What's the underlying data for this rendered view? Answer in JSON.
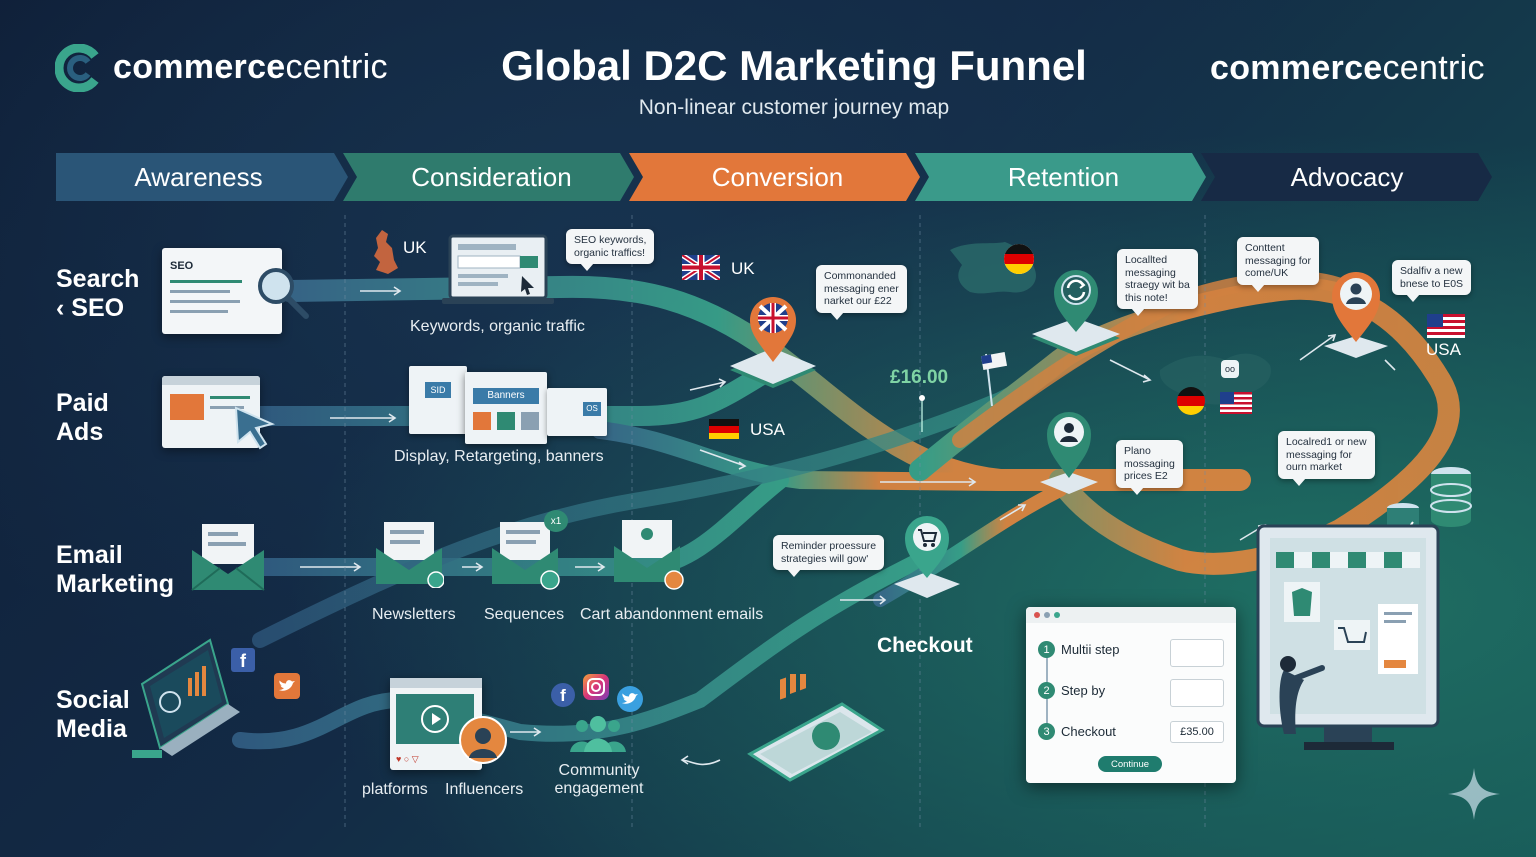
{
  "header": {
    "logo_left": {
      "bold": "commerce",
      "light": "centric"
    },
    "logo_right": {
      "bold": "commerce",
      "light": "centric"
    },
    "title": "Global D2C Marketing Funnel",
    "subtitle": "Non-linear customer journey map"
  },
  "stages": [
    {
      "label": "Awareness",
      "color": "#2a5577"
    },
    {
      "label": "Consideration",
      "color": "#2f7b6d"
    },
    {
      "label": "Conversion",
      "color": "#e2773a"
    },
    {
      "label": "Retention",
      "color": "#3a9a8a"
    },
    {
      "label": "Advocacy",
      "color": "#172a45"
    }
  ],
  "rows": {
    "search": {
      "line1": "Search",
      "line2": "‹ SEO",
      "doc_label": "SEO",
      "caption": "Keywords, organic traffic",
      "country": "UK",
      "bubble": "SEO keywords,\norganic traffics!"
    },
    "paid": {
      "line1": "Paid",
      "line2": "Ads",
      "caption": "Display, Retargeting, banners",
      "card_sid": "SID",
      "card_banners": "Banners",
      "card_os": "OS"
    },
    "email": {
      "line1": "Email",
      "line2": "Marketing",
      "badge": "x1",
      "captions": [
        "Newsletters",
        "Sequences",
        "Cart abandonment emails"
      ]
    },
    "social": {
      "line1": "Social",
      "line2": "Media",
      "captions": [
        "platforms",
        "Influencers"
      ],
      "community": "Community\nengagement"
    }
  },
  "conversion": {
    "uk_label": "UK",
    "usa_label": "USA",
    "bubble_uk": "Commonanded\nmessaging ener\nnarket our £22",
    "bubble_reminder": "Reminder proessure\nstrategies will gow'",
    "checkout_label": "Checkout"
  },
  "retention": {
    "price": "£16.00",
    "bubble_localized": "Locallted\nmessaging\nstraegy wit ba\nthis note!",
    "bubble_pricing": "Plano\nmossaging\nprices E2"
  },
  "advocacy": {
    "bubble_content": "Conttent\nmessaging for\ncome/UK",
    "bubble_scale": "Sdalfiv a new\nbnese to E0S",
    "bubble_market": "Localred1 or new\nmessaging for\nourn market",
    "usa_label": "USA",
    "map_tag": "oo"
  },
  "checkout_panel": {
    "steps": [
      {
        "num": "1",
        "label": "Multii step"
      },
      {
        "num": "2",
        "label": "Step by"
      },
      {
        "num": "3",
        "label": "Checkout",
        "value": "£35.00"
      }
    ],
    "button": "Continue"
  },
  "colors": {
    "teal": "#3aa58c",
    "orange": "#e4873f",
    "navy_path": "#3a6a8c",
    "accent_green": "#7fd3a4"
  },
  "icons": [
    "search-icon",
    "cursor-icon",
    "envelope-icon",
    "facebook-icon",
    "twitter-icon",
    "instagram-icon",
    "play-icon",
    "location-pin-icon",
    "refresh-icon",
    "cart-icon",
    "user-icon",
    "database-icon",
    "storefront-icon",
    "sparkle-icon"
  ]
}
